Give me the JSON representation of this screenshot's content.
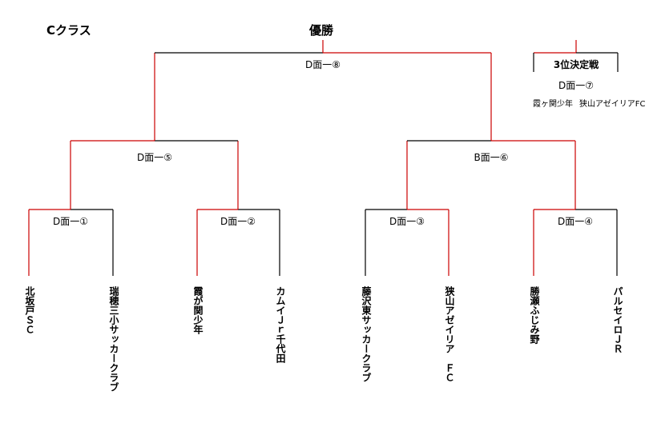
{
  "class_title": "Cクラス",
  "champion_label": "優勝",
  "third_place": {
    "title": "3位決定戦",
    "match": "D面一⑦",
    "teams": [
      "霞ヶ関少年",
      "狭山アゼイリアFC"
    ]
  },
  "matches": {
    "final": "D面一⑧",
    "sf_left": "D面一⑤",
    "sf_right": "B面一⑥",
    "qf1": "D面一①",
    "qf2": "D面一②",
    "qf3": "D面一③",
    "qf4": "D面一④"
  },
  "teams": [
    "北坂戸ＳＣ",
    "瑞穂三小サッカークラブ",
    "霞が関少年",
    "カムイＪｒ千代田",
    "藤沢東サッカークラブ",
    "狭山アゼイリア　ＦＣ",
    "勝瀬ふじみ野",
    "パルセイロＪＲ"
  ],
  "colors": {
    "winner_path": "#cc0000",
    "line": "#000000"
  }
}
